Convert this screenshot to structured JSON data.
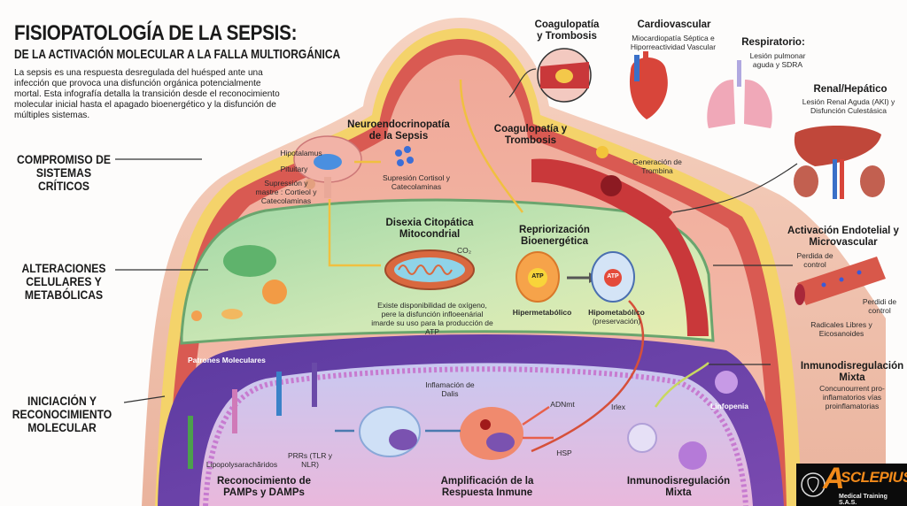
{
  "header": {
    "title": "FISIOPATOLOGÍA DE LA SEPSIS:",
    "subtitle": "DE LA ACTIVACIÓN MOLECULAR A LA FALLA MULTIORGÁNICA",
    "intro": "La sepsis es una respuesta desregulada del huésped ante una infección que provoca una disfunción orgánica potencialmente mortal. Esta infografía detalla la transición desde el reconocimiento molecular inicial hasta el apagado bioenergético y la disfunción de múltiples sistemas."
  },
  "side_labels": {
    "systems": "COMPROMISO DE SISTEMAS CRÍTICOS",
    "cellular": "ALTERACIONES CELULARES Y METABÓLICAS",
    "initiation": "INICIACIÓN Y RECONOCIMIENTO MOLECULAR"
  },
  "organs": {
    "coag_top": {
      "title": "Coagulopatía y Trombosis"
    },
    "cardio": {
      "title": "Cardiovascular",
      "desc": "Miocardiopatía Séptica e Hiporreactividad Vascular"
    },
    "resp": {
      "title": "Respiratorio:",
      "desc": "Lesión pulmonar aguda y SDRA"
    },
    "renal": {
      "title": "Renal/Hepático",
      "desc": "Lesión Renal Aguda (AKI) y Disfunción Culestásica"
    },
    "endo": {
      "title": "Activación Endotelial y Microvascular",
      "note1": "Perdida de control",
      "note2": "Perdidi de control",
      "note3": "Radicales Libres y Eicosanoides"
    },
    "immuno_right": {
      "title": "Inmunodisregulación Mixta",
      "desc": "Concunourrent pro-inflamatorios vías proinflamatorias"
    }
  },
  "neuro": {
    "title": "Neuroendocrinopatía de la Sepsis",
    "hypothalamus": "Hipotalamus",
    "pituitary": "Pituitary",
    "suppression_left": "Supressión y mastre : Cortieol y Catecolaminas",
    "suppression": "Supresión Cortisol y Catecolaminas"
  },
  "coag_inner": {
    "title": "Coagulopatía y Trombosis",
    "thrombin": "Generación de Trombina"
  },
  "mito": {
    "title": "Disexia Citopática Mitocondrial",
    "co2": "CO₂",
    "desc": "Existe disponibilidad de oxígeno, pere la disfunción infloeenárial imarde su uso para la producción de ATP"
  },
  "bioenergetic": {
    "title": "Repriorización Bioenergética",
    "atp": "ATP",
    "hyper": "Hipermetabólico",
    "hypo": "Hipometabólico",
    "hypo_note": "(preservación)"
  },
  "molecular": {
    "patterns": "Patrones Moleculares",
    "lps": "Lipopolysarachăridos",
    "prrs": "PRRs (TLR y NLR)",
    "recognition": "Reconocimiento de PAMPs y DAMPs",
    "inflammation": "Inflamación de Dalis",
    "amplification": "Amplificación de la Respuesta Inmune",
    "adnmt": "ADNmt",
    "hsp": "HSP",
    "irlex": "Irlex",
    "lymphopenia": "Linfopenia",
    "immuno_bottom": "Inmunodisregulación Mixta"
  },
  "logo": {
    "name": "SCLEPIUS",
    "initial": "A",
    "tagline": "Medical Training S.A.S."
  },
  "colors": {
    "skin": "#f2c9b5",
    "tissue": "#e88c80",
    "cell_green": "#a8d9a8",
    "cell_purple": "#6b4aa8",
    "logo_orange": "#f28a1a"
  }
}
